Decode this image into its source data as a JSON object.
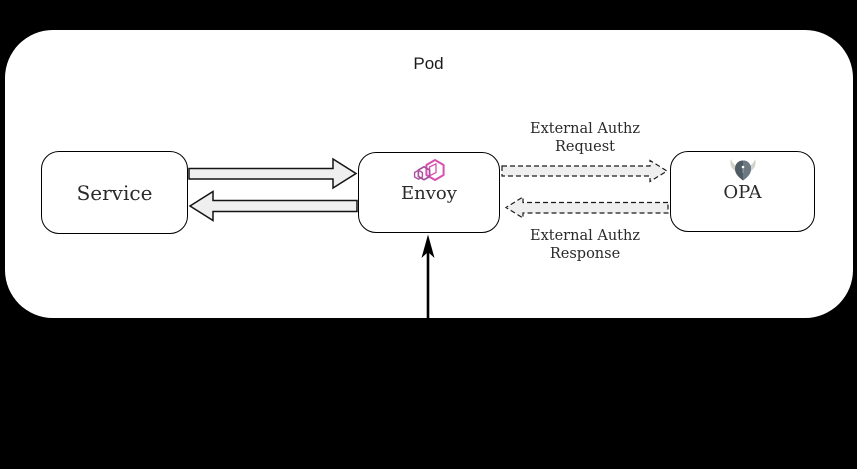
{
  "diagram": {
    "pod_label": "Pod",
    "nodes": {
      "service": {
        "label": "Service"
      },
      "envoy": {
        "label": "Envoy",
        "icon": "envoy-hexagons-icon"
      },
      "opa": {
        "label": "OPA",
        "icon": "opa-helmet-icon"
      }
    },
    "edges": {
      "service_to_envoy": {
        "style": "solid-block-arrow",
        "direction": "right"
      },
      "envoy_to_service": {
        "style": "solid-block-arrow",
        "direction": "left"
      },
      "request": {
        "label": "External Authz\nRequest",
        "style": "dashed-block-arrow",
        "direction": "right"
      },
      "response": {
        "label": "External Authz\nResponse",
        "style": "dashed-block-arrow",
        "direction": "left"
      },
      "ingress": {
        "style": "solid-line-arrow",
        "direction": "up-into-envoy"
      }
    },
    "colors": {
      "background": "#000000",
      "pod_fill": "#ffffff",
      "node_border": "#000000",
      "arrow_fill": "#efefef",
      "arrow_stroke": "#141414",
      "envoy_pink": "#d94fae",
      "envoy_purple": "#a8519f",
      "opa_slate_dark": "#4f5b65",
      "opa_slate_light": "#6c7882",
      "opa_horn": "#d3d3ce",
      "text": "#2a2a2a"
    }
  }
}
